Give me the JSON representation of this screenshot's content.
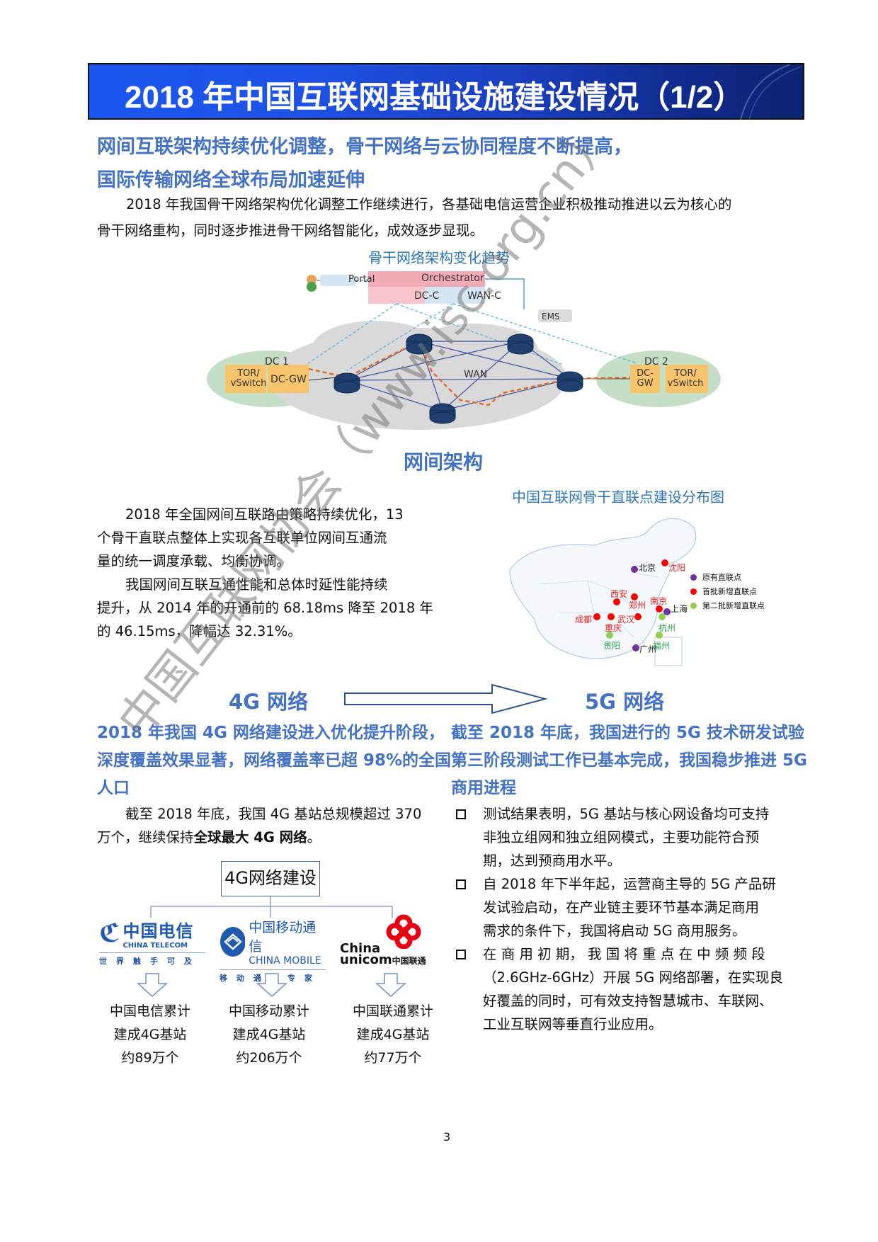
{
  "header": {
    "title": "2018 年中国互联网基础设施建设情况（1/2）"
  },
  "section1": {
    "headline_line1": "网间互联架构持续优化调整，骨干网络与云协同程度不断提高，",
    "headline_line2": "国际传输网络全球布局加速延伸",
    "paragraph_line1": "2018 年我国骨干网络架构优化调整工作继续进行，各基础电信运营企业积极推动推进以云为核心的",
    "paragraph_line2": "骨干网络重构，同时逐步推进骨干网络智能化，成效逐步显现。"
  },
  "diagram": {
    "caption": "骨干网络架构变化趋势",
    "portal": "Portal",
    "orchestrator": "Orchestrator",
    "dc_c": "DC-C",
    "wan_c": "WAN-C",
    "ems": "EMS",
    "wan": "WAN",
    "dc1": {
      "label": "DC 1",
      "tor": "TOR/\nvSwitch",
      "tor_l1": "TOR/",
      "tor_l2": "vSwitch",
      "gw": "DC-GW"
    },
    "dc2": {
      "label": "DC 2",
      "gw_l1": "DC-",
      "gw_l2": "GW",
      "tor_l1": "TOR/",
      "tor_l2": "vSwitch"
    },
    "figure_label": "网间架构"
  },
  "section2": {
    "p1_line1": "2018 年全国网间互联路由策略持续优化，13",
    "p1_line2": "个骨干直联点整体上实现各互联单位网间互通流",
    "p1_line3": "量的统一调度承载、均衡协调。",
    "p2_line1": "我国网间互联互通性能和总体时延性能持续",
    "p2_line2": "提升，从 2014 年的开通前的 68.18ms 降至 2018 年",
    "p2_line3": "的 46.15ms，降幅达 32.31%。"
  },
  "map": {
    "caption": "中国互联网骨干直联点建设分布图",
    "legend": [
      {
        "label": "原有直联点",
        "color": "#7030a0"
      },
      {
        "label": "首批新增直联点",
        "color": "#ff0000"
      },
      {
        "label": "第二批新增直联点",
        "color": "#92d050"
      }
    ],
    "cities": {
      "beijing": "北京",
      "shenyang": "沈阳",
      "xian": "西安",
      "zhengzhou": "郑州",
      "nanjing": "南京",
      "shanghai": "上海",
      "chengdu": "成都",
      "chongqing": "重庆",
      "wuhan": "武汉",
      "hangzhou": "杭州",
      "guiyang": "贵阳",
      "fuzhou": "福州",
      "guangzhou": "广州"
    }
  },
  "network_4g": {
    "title": "4G 网络",
    "headline_line1": "2018 年我国 4G 网络建设进入优化提升阶段，",
    "headline_line2": "深度覆盖效果显著，网络覆盖率已超 98%的全国",
    "headline_line3": "人口",
    "para_line1": "截至 2018 年底，我国 4G 基站总规模超过 370",
    "para_line2_a": "万个，继续保持",
    "para_line2_bold": "全球最大 4G 网络",
    "para_line2_end": "。",
    "tree_root": "4G网络建设",
    "operators": [
      {
        "logo_cn": "中国电信",
        "logo_en": "CHINA TELECOM",
        "slogan": "世界触手可及",
        "line1": "中国电信累计",
        "line2": "建成4G基站",
        "line3": "约89万个"
      },
      {
        "logo_cn": "中国移动通信",
        "logo_en": "CHINA MOBILE",
        "slogan": "移动通信专家",
        "line1": "中国移动累计",
        "line2": "建成4G基站",
        "line3": "约206万个"
      },
      {
        "logo_en1": "China",
        "logo_en2": "unicom",
        "logo_cn": "中国联通",
        "line1": "中国联通累计",
        "line2": "建成4G基站",
        "line3": "约77万个"
      }
    ]
  },
  "network_5g": {
    "title": "5G 网络",
    "headline_line1": "截至 2018 年底，我国进行的 5G 技术研发试验",
    "headline_line2": "第三阶段测试工作已基本完成，我国稳步推进 5G",
    "headline_line3": "商用进程",
    "bullets": [
      {
        "l1": "测试结果表明，5G 基站与核心网设备均可支持",
        "l2": "非独立组网和独立组网模式，主要功能符合预",
        "l3": "期，达到预商用水平。"
      },
      {
        "l1": "自 2018 年下半年起，运营商主导的 5G 产品研",
        "l2": "发试验启动，在产业链主要环节基本满足商用",
        "l3": "需求的条件下，我国将启动 5G 商用服务。"
      },
      {
        "l1": "在 商 用 初 期， 我 国 将 重 点 在 中 频 频 段",
        "l2": "（2.6GHz-6GHz）开展 5G 网络部署，在实现良",
        "l3": "好覆盖的同时，可有效支持智慧城市、车联网、",
        "l4": "工业互联网等垂直行业应用。"
      }
    ]
  },
  "footer": {
    "page_number": "3"
  },
  "watermark": {
    "text": "中国互联网协会（www.isc.org.cn）"
  }
}
